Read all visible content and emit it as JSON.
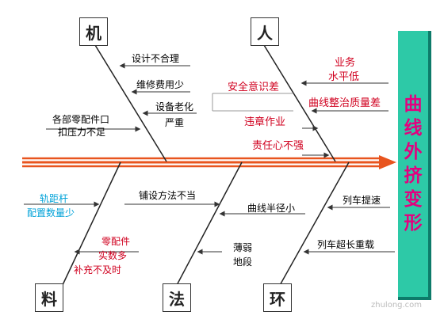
{
  "effect": {
    "title": "曲线外挤变形",
    "chars": [
      "曲",
      "线",
      "外",
      "挤",
      "变",
      "形"
    ]
  },
  "categories": {
    "machine": "机",
    "person": "人",
    "material": "料",
    "method": "法",
    "environment": "环"
  },
  "causes": {
    "machine": [
      "设计不合理",
      "维修费用少",
      "设备老化",
      "严重",
      "各部零配件口",
      "扣压力不足"
    ],
    "person": [
      "业务",
      "水平低",
      "曲线整治质量差",
      "安全意识差",
      "违章作业",
      "责任心不强"
    ],
    "material": [
      "轨距杆",
      "配置数量少",
      "零配件",
      "实数多",
      "补充不及时"
    ],
    "method": [
      "铺设方法不当",
      "曲线半径小",
      "薄弱",
      "地段"
    ],
    "environment": [
      "列车提速",
      "列车超长重载"
    ]
  },
  "watermark": "zhulong.com",
  "colors": {
    "spine": "#e8541e",
    "effect_bg": "#2dc9a7",
    "effect_text": "#e3007f",
    "red_text": "#d0001f",
    "cyan_text": "#00a2d8"
  }
}
